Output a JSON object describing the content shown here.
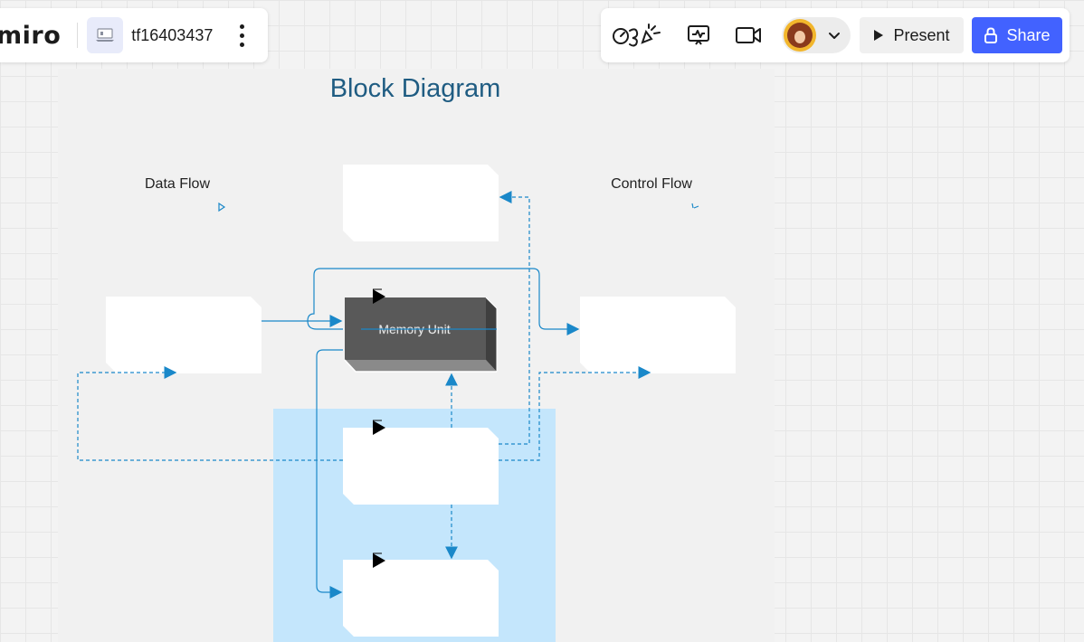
{
  "app": {
    "logo_text": "miro",
    "board_name": "tf16403437"
  },
  "toolbar_right": {
    "present_label": "Present",
    "share_label": "Share",
    "icons": [
      "reactions-icon",
      "activity-icon",
      "video-call-icon",
      "avatar",
      "chevron-down-icon",
      "play-icon",
      "lock-icon"
    ]
  },
  "diagram": {
    "title": "Block Diagram",
    "legend_data_flow": "Data Flow",
    "legend_control_flow": "Control Flow",
    "memory_unit_label": "Memory Unit"
  },
  "colors": {
    "accent": "#4262ff",
    "flow_blue": "#1a88c9",
    "title_blue": "#1f5c82",
    "memory_block": "#595959",
    "highlight_region": "#c4e6fc",
    "board_bg": "#f3f3f3"
  }
}
